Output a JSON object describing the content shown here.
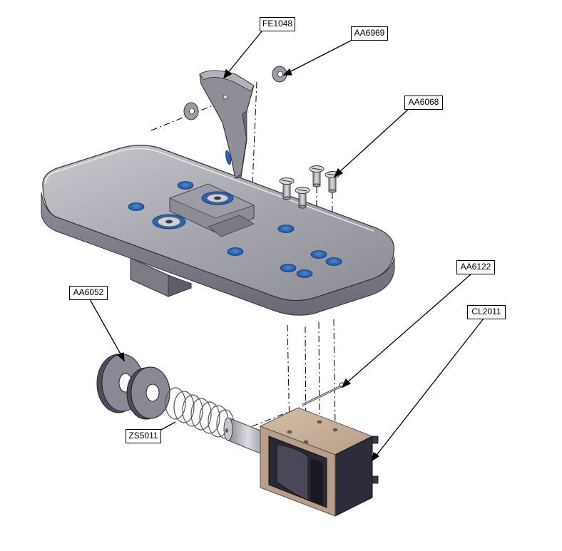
{
  "diagram": {
    "callouts": {
      "fe1048": "FE1048",
      "aa6969": "AA6969",
      "aa6068": "AA6068",
      "aa6122": "AA6122",
      "cl2011": "CL2011",
      "aa6052": "AA6052",
      "zs5011": "ZS5011"
    }
  },
  "colors": {
    "plate": "#a4a4ac",
    "hole": "#2a63b4",
    "solenoid_body": "#c4ac98",
    "frame": "#3a3748",
    "leader": "#000000"
  }
}
